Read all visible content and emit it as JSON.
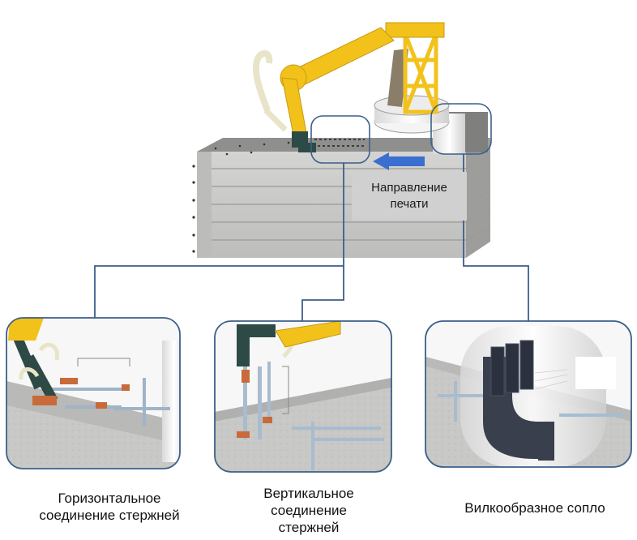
{
  "direction_label": {
    "line1": "Направление",
    "line2": "печати"
  },
  "captions": {
    "horizontal": {
      "line1": "Горизонтальное",
      "line2": "соединение стержней"
    },
    "vertical": {
      "line1": "Вертикальное",
      "line2": "соединение",
      "line3": "стержней"
    },
    "nozzle": {
      "line1": "Вилкообразное сопло"
    }
  },
  "colors": {
    "robot": "#f2c21b",
    "concrete": "#c9c9c7",
    "nozzle": "#3a3f4e",
    "connector": "#3b5f8a",
    "arrow": "#3a6fd0",
    "rebar": "#b9c7d6"
  }
}
